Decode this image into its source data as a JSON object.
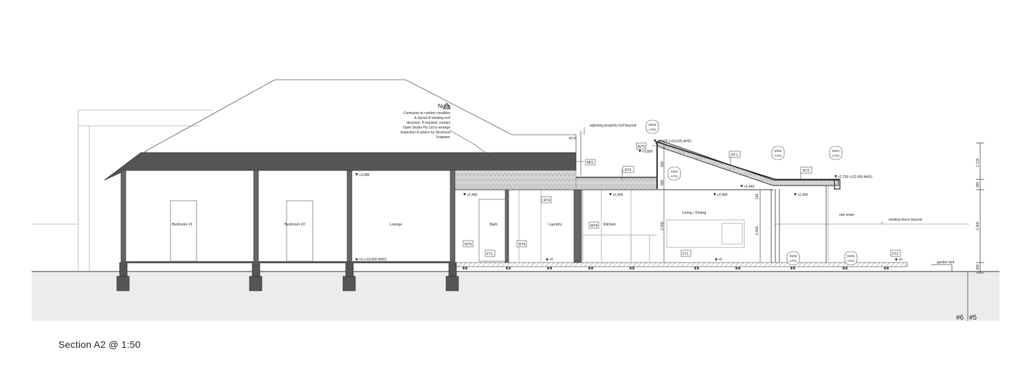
{
  "title": "Section A2 @ 1:50",
  "note": {
    "heading": "Note",
    "lines": [
      "Contractor to confirm condition",
      "& layout of existing roof",
      "structure. If required, contact",
      "Open Studio Pty Ltd to arrange",
      "inspection & advice by Structural",
      "Engineer"
    ]
  },
  "rooms": {
    "bedroom1": "Bedroom #1",
    "bedroom2": "Bedroom #2",
    "lounge": "Lounge",
    "bath": "Bath",
    "laundry": "Laundry",
    "kitchen": "Kitchen",
    "living": "Living / Dining"
  },
  "annotations": {
    "adjoining": "adjoining property roof beyond",
    "rain_chain": "rain chain",
    "fence": "existing fence beyond",
    "garden_bed": "garden bed"
  },
  "tags": {
    "rtx": "RTX",
    "m01": "M01",
    "rt1": "RT1",
    "rt2": "RT2",
    "rt3": "RT3",
    "rt4": "RT4",
    "wt3": "WT3",
    "wt4a": "WT4",
    "wt4b": "WT4",
    "wt5": "WT5",
    "ft1a": "FT1",
    "ft1b": "FT1",
    "ft2": "FT2"
  },
  "callouts": {
    "d403": [
      "D403",
      "A701"
    ],
    "d404": [
      "D404",
      "A701"
    ],
    "d402": [
      "D402",
      "A701"
    ],
    "d401": [
      "D401",
      "A701"
    ],
    "d405": [
      "D405",
      "A701"
    ],
    "d406": [
      "D406",
      "A701"
    ]
  },
  "levels": {
    "l3080": "+3,080",
    "l2400a": "+2,400",
    "l2400b": "+2,400",
    "l2400c": "+2,400",
    "l2400d": "+2,400",
    "l3975": "+3,975 (+23,625 AHD)",
    "l3800": "+3,800",
    "l2445": "+2,445",
    "l2750": "+2,750 (+22,400 AHD)",
    "l0main": "+0 (+19,650 AHD)",
    "l0a": "+0",
    "l0b": "+0",
    "l0c": "+0"
  },
  "dims": {
    "d830": "830",
    "d595": "595",
    "d2400a": "2,400",
    "d2400b": "2,400",
    "d130": "130",
    "d1720": "1,720",
    "d360": "360",
    "d2400c": "2,400",
    "d300": "300"
  },
  "grid_refs": {
    "g6": "#6",
    "g5": "#5"
  }
}
